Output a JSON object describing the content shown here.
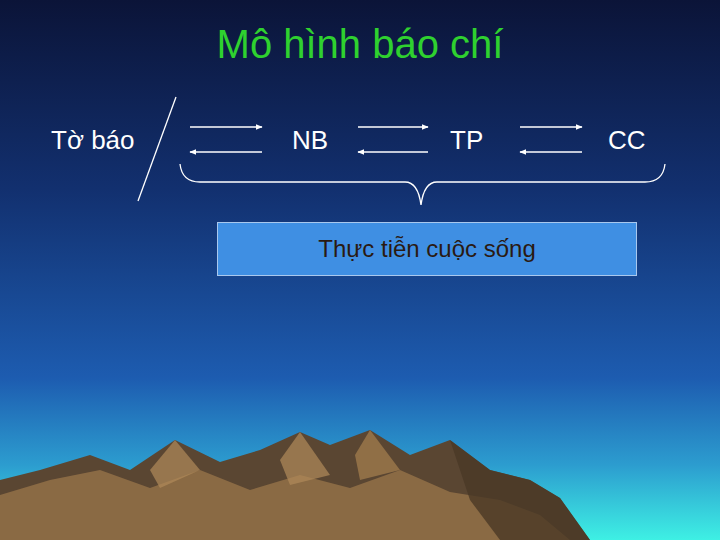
{
  "diagram": {
    "title": "Mô hình báo chí",
    "nodes": [
      {
        "text": [
          "Tờ báo"
        ]
      },
      {
        "text": [
          "NB"
        ]
      },
      {
        "text": [
          "TP"
        ]
      },
      {
        "text": [
          "CC"
        ]
      },
      {
        "text": [
          "Thực tiễn cuộc sống"
        ]
      }
    ],
    "edges": [
      {
        "from": 0,
        "to": 1,
        "arrow": "both"
      },
      {
        "from": 1,
        "to": 2,
        "arrow": "both"
      },
      {
        "from": 2,
        "to": 3,
        "arrow": "both"
      }
    ]
  }
}
